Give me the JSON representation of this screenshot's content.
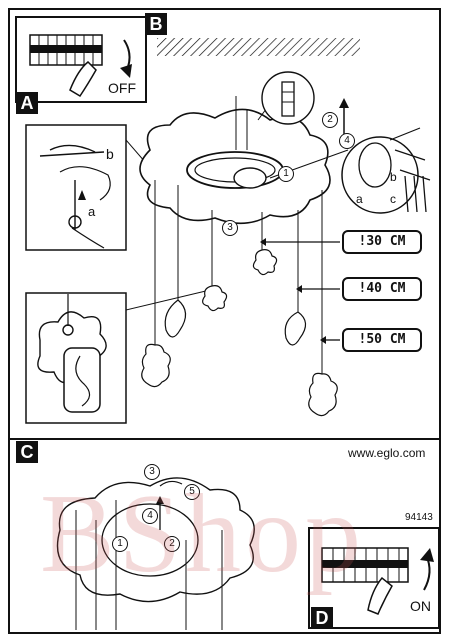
{
  "sections": {
    "a": "A",
    "b": "B",
    "c": "C",
    "d": "D"
  },
  "switches": {
    "off_label": "OFF",
    "on_label": "ON"
  },
  "distances": [
    "!30 CM",
    "!40 CM",
    "!50 CM"
  ],
  "steps": [
    "1",
    "2",
    "3",
    "4",
    "5"
  ],
  "detail_letters": {
    "a": "a",
    "b": "b",
    "c": "c"
  },
  "website": "www.eglo.com",
  "code": "94143",
  "watermark": "BShop"
}
